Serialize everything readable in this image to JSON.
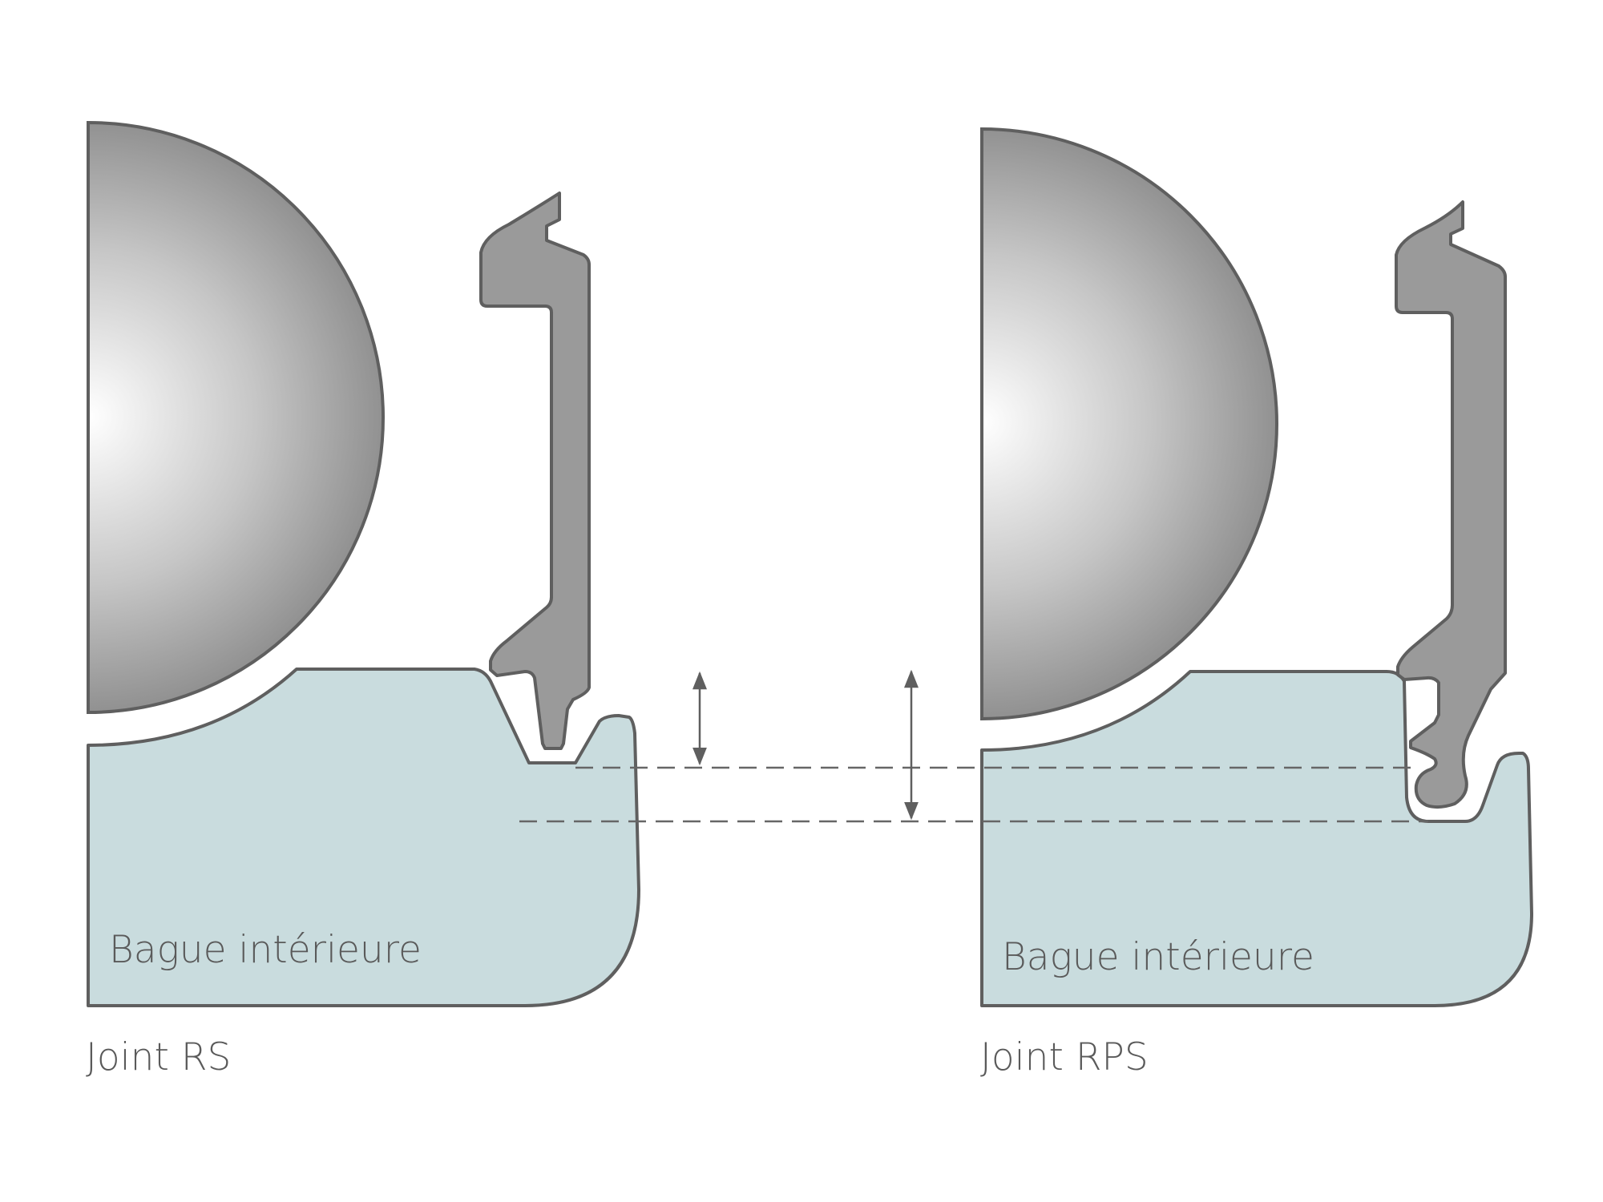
{
  "panels": [
    {
      "ring_label": "Bague intérieure",
      "caption": "Joint RS"
    },
    {
      "ring_label": "Bague intérieure",
      "caption": "Joint RPS"
    }
  ],
  "colors": {
    "ball_highlight": "#ffffff",
    "ball_shadow": "#8d8d8d",
    "ring_fill": "#c9dcde",
    "seal_fill": "#9a9a9a",
    "outline": "#5f5f5f",
    "dashed_line": "#666666",
    "arrow": "#5f5f5f"
  }
}
